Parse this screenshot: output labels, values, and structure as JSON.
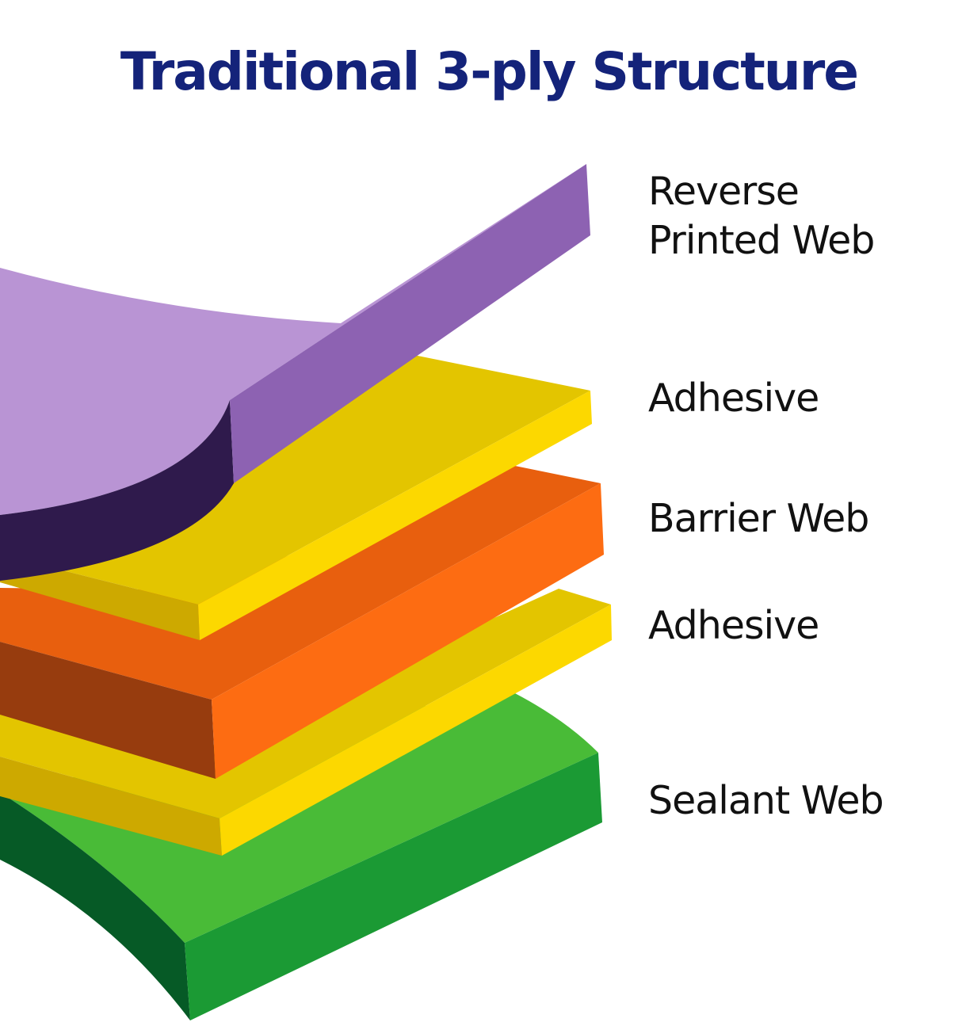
{
  "title": "Traditional 3-ply Structure",
  "layers": [
    {
      "id": "reverse-printed-web",
      "label_lines": [
        "Reverse",
        "Printed Web"
      ],
      "colors": {
        "top": "#b994d4",
        "front": "#8d62b2",
        "side": "#2f1a4c"
      }
    },
    {
      "id": "adhesive-top",
      "label_lines": [
        "Adhesive"
      ],
      "colors": {
        "top": "#e3c500",
        "front": "#fcd800",
        "side": "#cda900"
      }
    },
    {
      "id": "barrier-web",
      "label_lines": [
        "Barrier Web"
      ],
      "colors": {
        "top": "#e85f0e",
        "front": "#fd6c12",
        "side": "#973c0e"
      }
    },
    {
      "id": "adhesive-bottom",
      "label_lines": [
        "Adhesive"
      ],
      "colors": {
        "top": "#e3c500",
        "front": "#fcd800",
        "side": "#cda900"
      }
    },
    {
      "id": "sealant-web",
      "label_lines": [
        "Sealant Web"
      ],
      "colors": {
        "top": "#49bb37",
        "front": "#1b9a34",
        "side": "#065a26"
      }
    }
  ]
}
